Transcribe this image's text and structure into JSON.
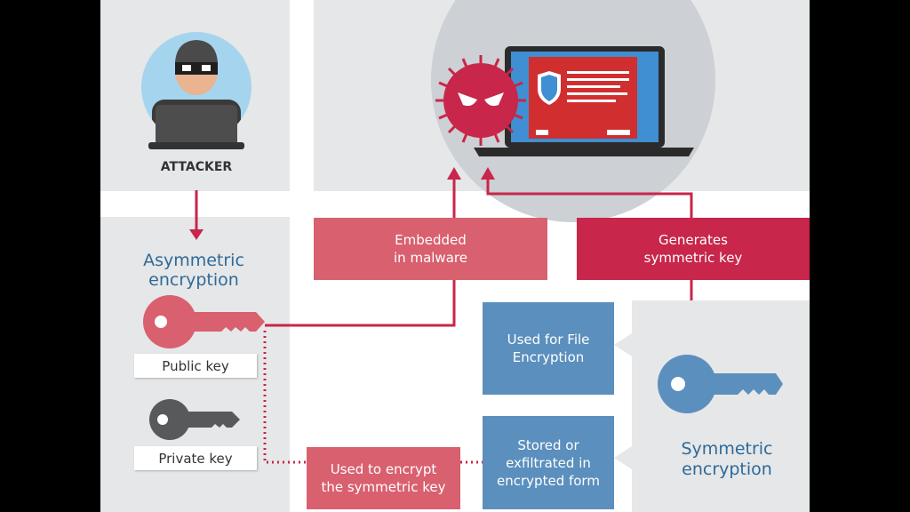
{
  "labels": {
    "attacker": "ATTACKER",
    "asymmetric": "Asymmetric\nencryption",
    "public_key": "Public key",
    "private_key": "Private key",
    "embedded": "Embedded\nin malware",
    "generates": "Generates\nsymmetric key",
    "file_encryption": "Used for File\nEncryption",
    "stored": "Stored or\nexfiltrated in\nencrypted form",
    "encrypt_symmetric": "Used to encrypt\nthe symmetric key",
    "symmetric": "Symmetric\nencryption"
  },
  "colors": {
    "pink": "#d9606f",
    "crimson": "#c8264a",
    "blue": "#5b8fbd",
    "heading_blue": "#2e6a99",
    "gray_key": "#58595b",
    "panel": "#e6e7e8"
  },
  "icons": {
    "attacker": "masked-hacker-icon",
    "malware": "virus-icon",
    "laptop": "laptop-ransom-screen-icon",
    "public_key": "key-icon",
    "private_key": "key-icon",
    "symmetric_key": "key-icon"
  }
}
